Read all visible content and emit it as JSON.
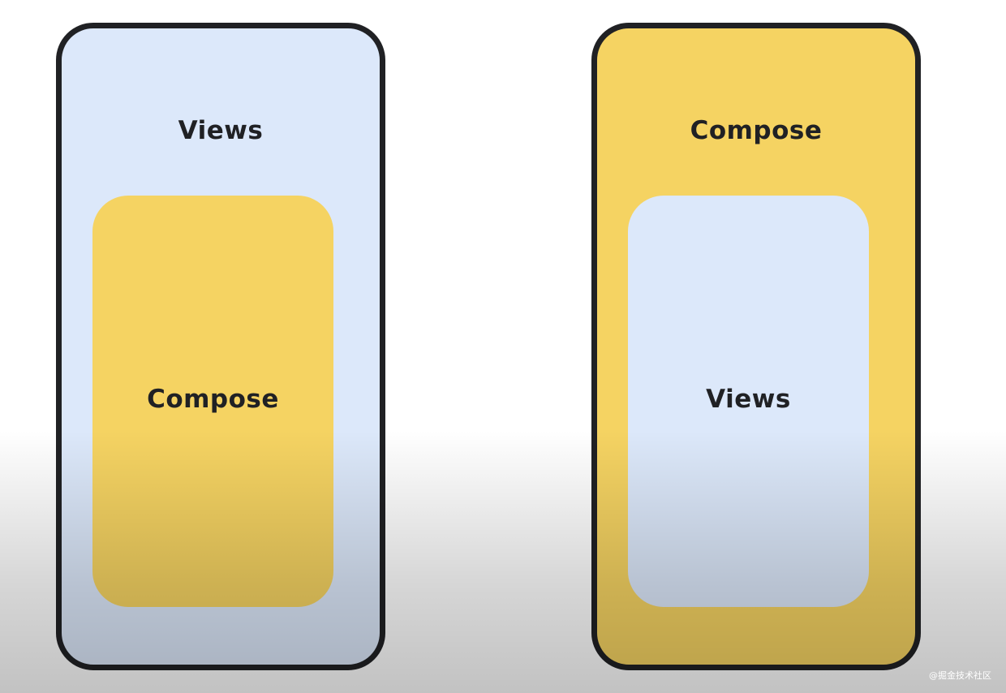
{
  "colors": {
    "views": "#dce8fa",
    "compose": "#f5d362",
    "outline": "#202124"
  },
  "left_phone": {
    "outer_label": "Views",
    "inner_label": "Compose"
  },
  "right_phone": {
    "outer_label": "Compose",
    "inner_label": "Views"
  },
  "watermark": "@掘金技术社区"
}
